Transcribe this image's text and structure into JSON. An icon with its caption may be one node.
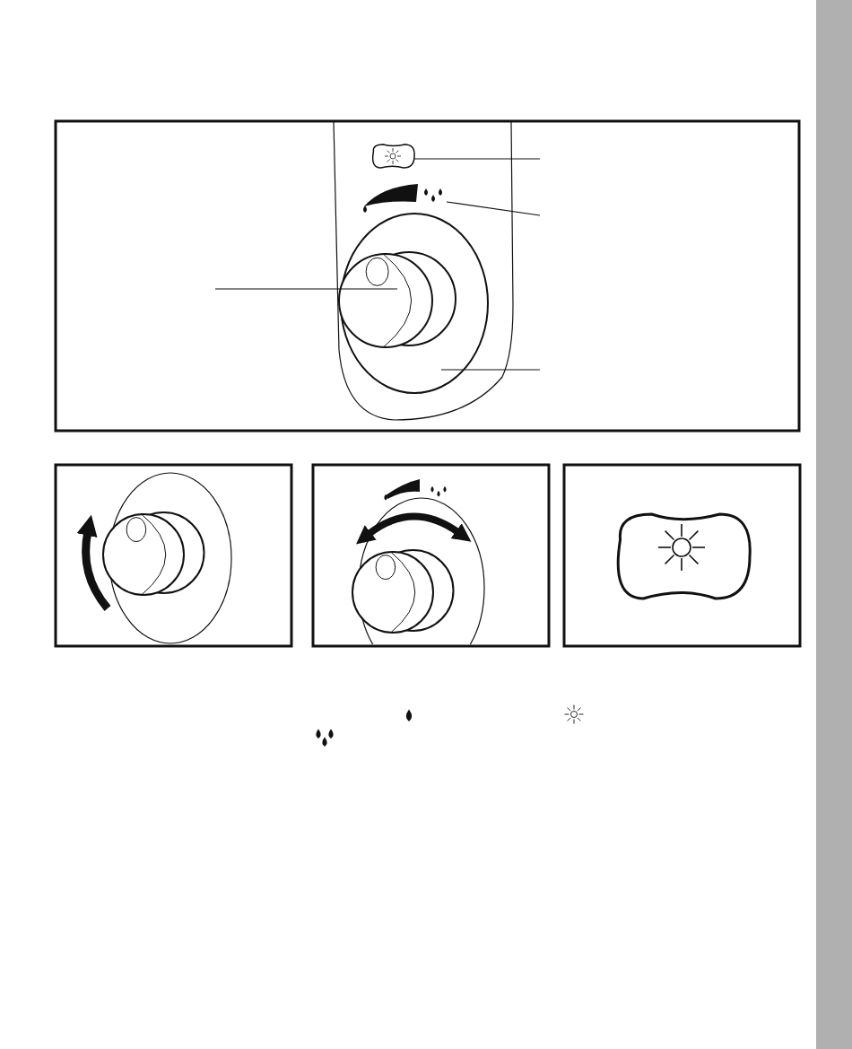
{
  "diagram": {
    "nodes": [
      {
        "text": [],
        "shape": "button"
      },
      {
        "text": [],
        "shape": "scale"
      },
      {
        "text": [],
        "shape": "knob",
        "in": 3
      },
      {
        "text": [],
        "shape": "ring"
      },
      {
        "text": [],
        "shape": "bar"
      }
    ],
    "edges": [
      {
        "from": null,
        "to": 0,
        "arrow": "none"
      },
      {
        "from": null,
        "to": 1,
        "arrow": "none"
      },
      {
        "from": null,
        "to": 2,
        "arrow": "none"
      },
      {
        "from": null,
        "to": 3,
        "arrow": "none"
      }
    ]
  }
}
